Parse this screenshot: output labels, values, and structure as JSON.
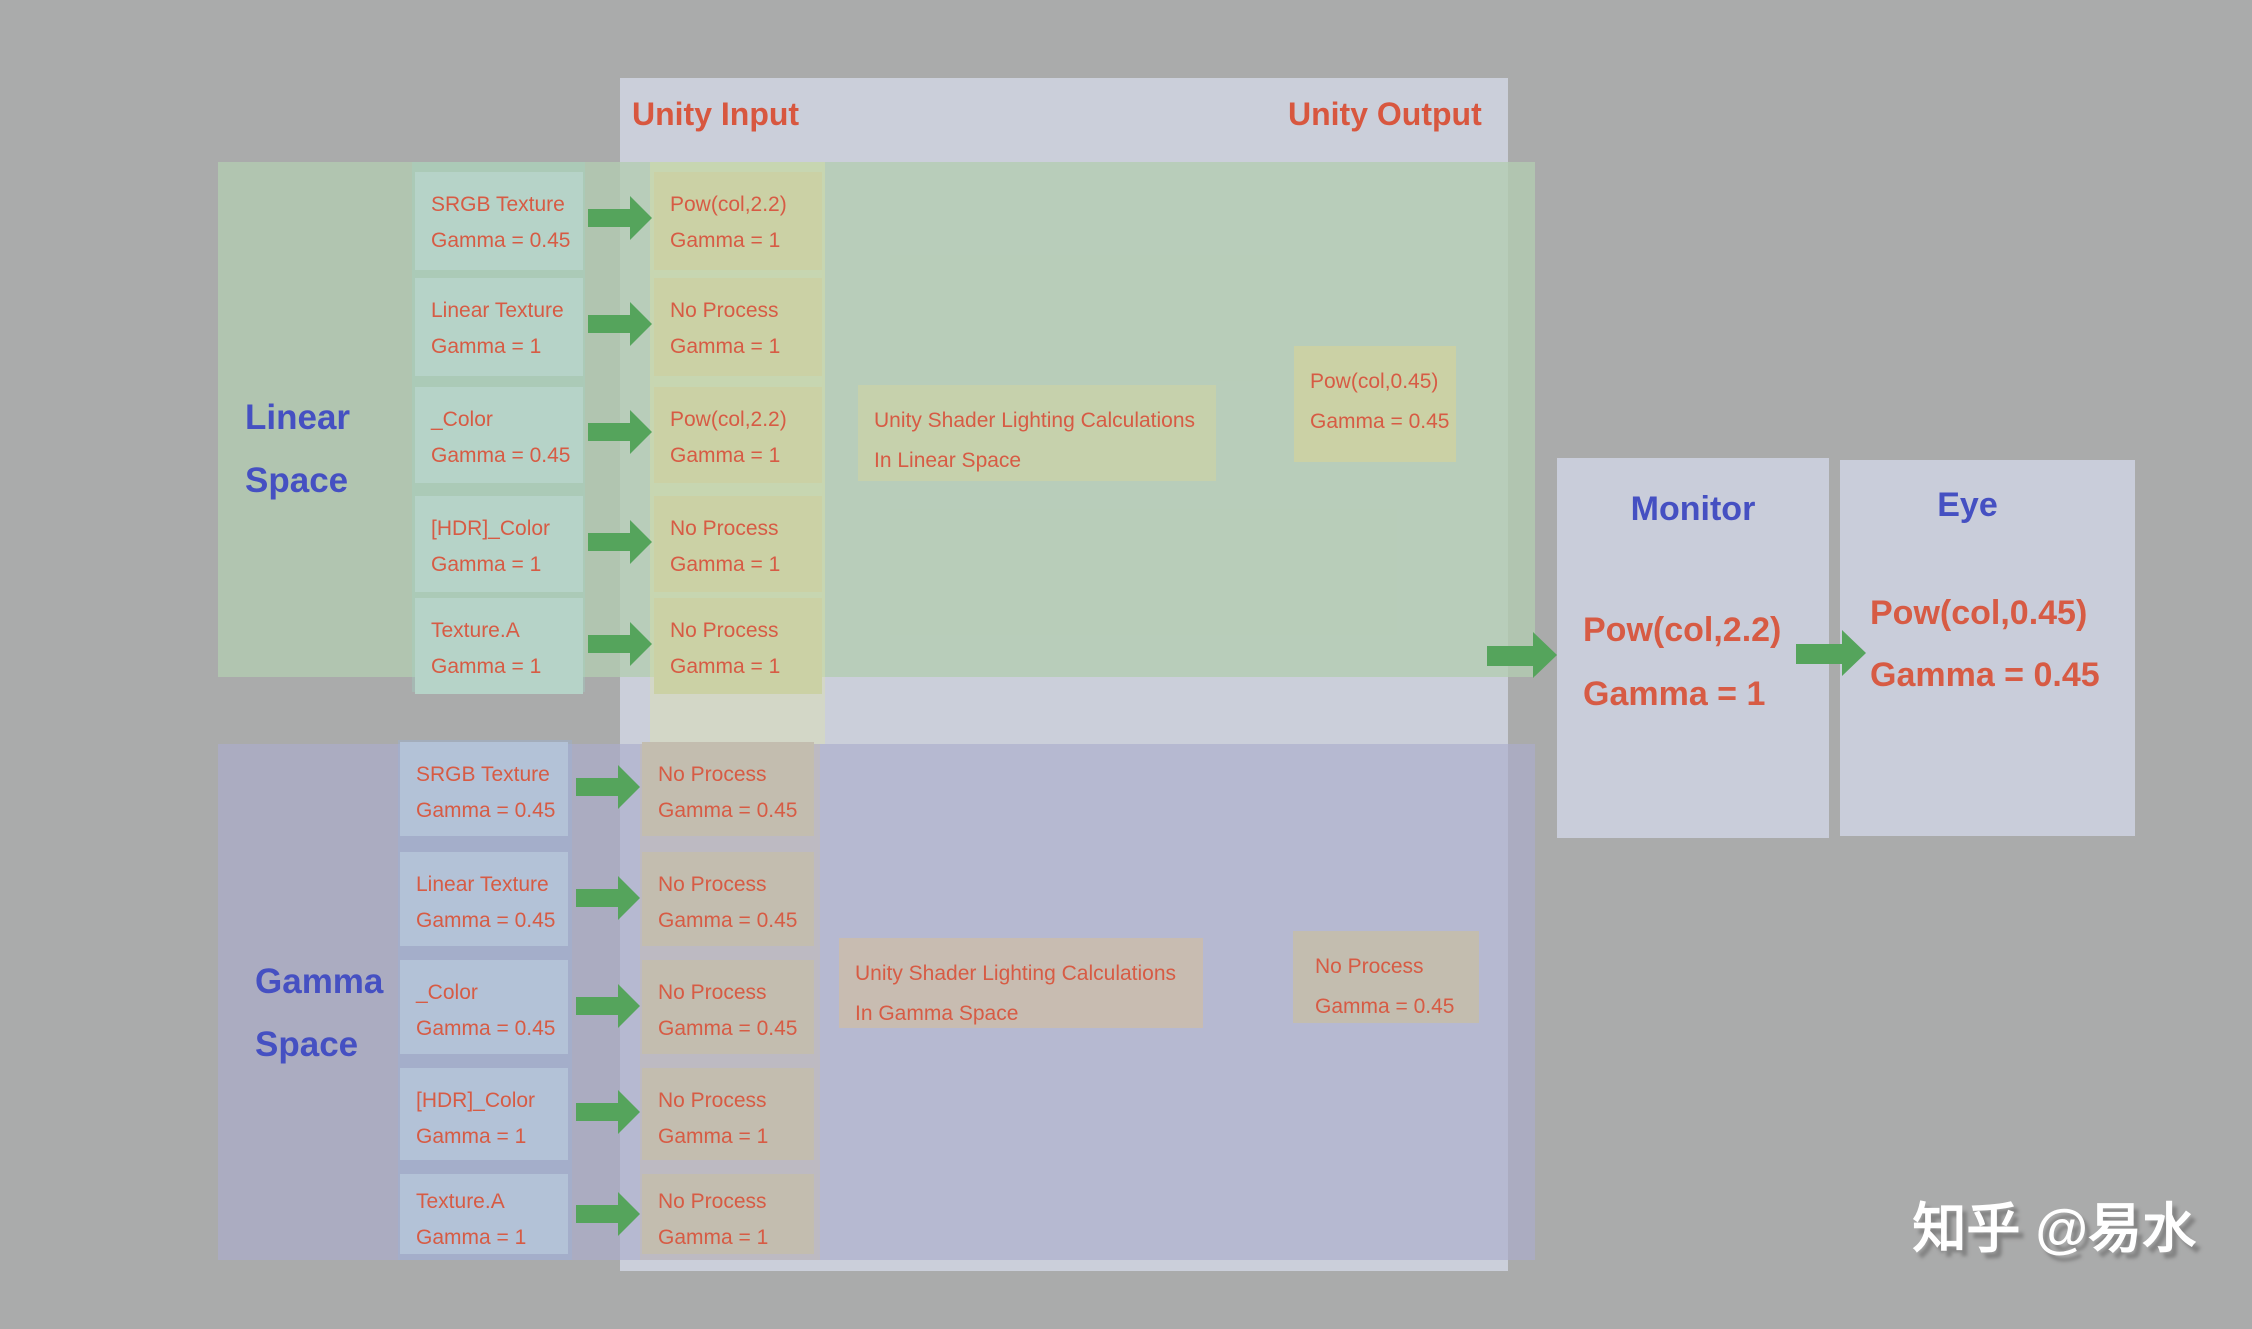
{
  "header": {
    "input_label": "Unity Input",
    "output_label": "Unity Output"
  },
  "linear_section": {
    "space_label_line1": "Linear",
    "space_label_line2": "Space",
    "rows": [
      {
        "source_line1": "SRGB Texture",
        "source_line2": "Gamma = 0.45",
        "process_line1": "Pow(col,2.2)",
        "process_line2": "Gamma = 1"
      },
      {
        "source_line1": "Linear Texture",
        "source_line2": "Gamma = 1",
        "process_line1": "No Process",
        "process_line2": "Gamma = 1"
      },
      {
        "source_line1": "_Color",
        "source_line2": "Gamma = 0.45",
        "process_line1": "Pow(col,2.2)",
        "process_line2": "Gamma = 1"
      },
      {
        "source_line1": "[HDR]_Color",
        "source_line2": "Gamma = 1",
        "process_line1": "No Process",
        "process_line2": "Gamma = 1"
      },
      {
        "source_line1": "Texture.A",
        "source_line2": "Gamma = 1",
        "process_line1": "No Process",
        "process_line2": "Gamma = 1"
      }
    ],
    "lighting_line1": "Unity Shader Lighting Calculations",
    "lighting_line2": "In Linear Space",
    "output_line1": "Pow(col,0.45)",
    "output_line2": "Gamma = 0.45"
  },
  "gamma_section": {
    "space_label_line1": "Gamma",
    "space_label_line2": "Space",
    "rows": [
      {
        "source_line1": "SRGB Texture",
        "source_line2": "Gamma = 0.45",
        "process_line1": "No Process",
        "process_line2": "Gamma = 0.45"
      },
      {
        "source_line1": "Linear Texture",
        "source_line2": "Gamma = 0.45",
        "process_line1": "No Process",
        "process_line2": "Gamma = 0.45"
      },
      {
        "source_line1": "_Color",
        "source_line2": "Gamma = 0.45",
        "process_line1": "No Process",
        "process_line2": "Gamma = 0.45"
      },
      {
        "source_line1": "[HDR]_Color",
        "source_line2": "Gamma = 1",
        "process_line1": "No Process",
        "process_line2": "Gamma = 1"
      },
      {
        "source_line1": "Texture.A",
        "source_line2": "Gamma = 1",
        "process_line1": "No Process",
        "process_line2": "Gamma = 1"
      }
    ],
    "lighting_line1": "Unity Shader Lighting Calculations",
    "lighting_line2": "In Gamma Space",
    "output_line1": "No Process",
    "output_line2": "Gamma = 0.45"
  },
  "monitor": {
    "title": "Monitor",
    "line1": "Pow(col,2.2)",
    "line2": "Gamma = 1"
  },
  "eye": {
    "title": "Eye",
    "line1": "Pow(col,0.45)",
    "line2": "Gamma = 0.45"
  },
  "watermark": "知乎 @易水",
  "colors": {
    "background": "#aaabab",
    "unity_panel": "#cbcfda",
    "linear_band": "#b4c7b5",
    "gamma_band": "#b1b3c7",
    "linear_source_box": "#b6d3c8",
    "linear_process_box": "#cbd1a5",
    "gamma_source_box": "#b3c2d7",
    "gamma_process_box": "#c3bdaf",
    "side_panel": "#c9cdda",
    "arrow_green": "#55a45c",
    "text_red": "#d75b44",
    "text_blue": "#4550c2",
    "watermark_white": "#ffffff"
  }
}
